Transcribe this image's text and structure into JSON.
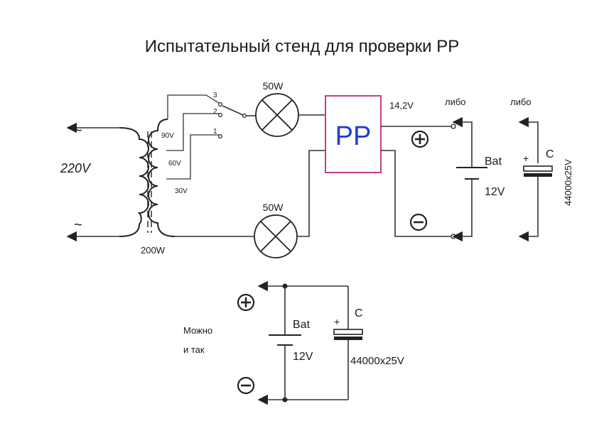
{
  "title": "Испытательный стенд для проверки РР",
  "colors": {
    "rr_border": "#c2408a",
    "rr_text": "#1f3fd1",
    "wire": "#333333"
  },
  "transformer": {
    "input_voltage": "220V",
    "power": "200W",
    "taps": [
      "90V",
      "60V",
      "30V"
    ],
    "switch_positions": [
      "3",
      "2",
      "1"
    ]
  },
  "lamps": {
    "top_label": "50W",
    "bottom_label": "50W"
  },
  "regulator": {
    "label": "РР",
    "output_voltage": "14,2V"
  },
  "terminals": {
    "plus_icon": "plus-in-circle",
    "minus_icon": "minus-in-circle"
  },
  "alternatives": {
    "either_1": "либо",
    "either_2": "либо",
    "bat_label": "Bat",
    "bat_voltage": "12V",
    "cap_label": "C",
    "cap_value": "44000x25V",
    "plus_sign": "+"
  },
  "lower": {
    "note_line1": "Можно",
    "note_line2": "и так",
    "bat_label": "Bat",
    "bat_voltage": "12V",
    "cap_label": "C",
    "cap_value": "44000x25V",
    "plus_sign": "+"
  }
}
